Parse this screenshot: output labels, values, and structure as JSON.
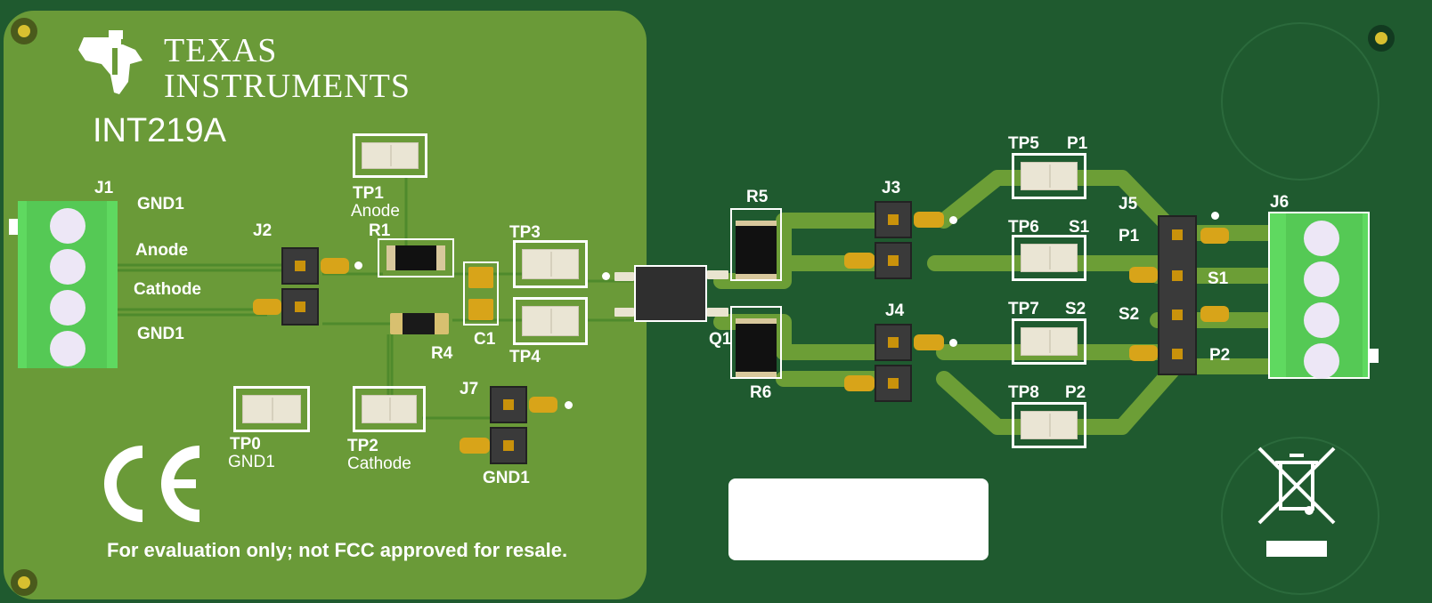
{
  "brand": {
    "line1": "TEXAS",
    "line2": "INSTRUMENTS"
  },
  "board_name": "INT219A",
  "disclaimer": "For evaluation only; not FCC approved for resale.",
  "left_connector": {
    "ref": "J1",
    "pins": [
      "GND1",
      "Anode",
      "Cathode",
      "GND1"
    ]
  },
  "right_connector": {
    "ref": "J6"
  },
  "components": {
    "J2": "J2",
    "J3": "J3",
    "J4": "J4",
    "J5": "J5",
    "J7": "J7",
    "R1": "R1",
    "R4": "R4",
    "R5": "R5",
    "R6": "R6",
    "C1": "C1",
    "Q1": "Q1",
    "TP0": "TP0",
    "TP1": "TP1",
    "TP2": "TP2",
    "TP3": "TP3",
    "TP4": "TP4",
    "TP5": "TP5",
    "TP6": "TP6",
    "TP7": "TP7",
    "TP8": "TP8"
  },
  "net_labels": {
    "tp0": "GND1",
    "tp1": "Anode",
    "tp2": "Cathode",
    "j7": "GND1",
    "tp5": "P1",
    "tp6": "S1",
    "tp7": "S2",
    "tp8": "P2",
    "j5_p1": "P1",
    "j5_s1": "S1",
    "j5_s2": "S2",
    "j5_p2": "P2"
  },
  "marks": {
    "ce": "CE"
  },
  "colors": {
    "board": "#1f5a2f",
    "copper_pour": "#6a9a38",
    "pad": "#d8a419",
    "silkscreen": "#ffffff",
    "terminal": "#5fd960"
  }
}
